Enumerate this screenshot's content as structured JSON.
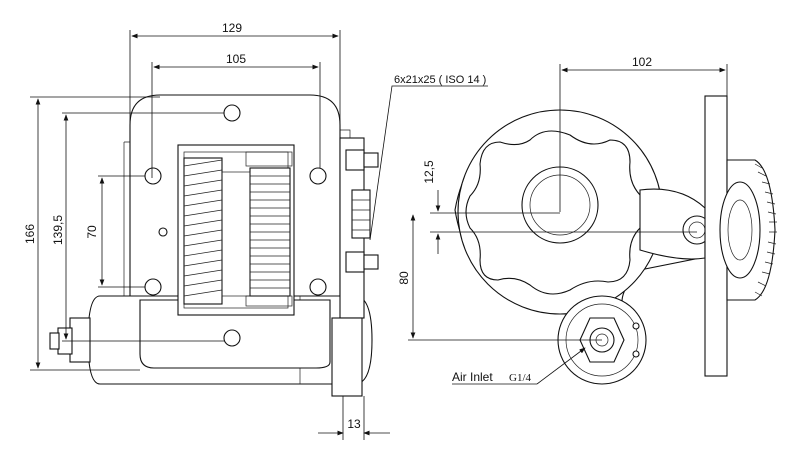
{
  "dimensions": {
    "width_outer": "129",
    "width_inner": "105",
    "height_total": "166",
    "height_flange": "139,5",
    "height_bolt": "70",
    "shaft_length": "13",
    "side_width": "102",
    "side_offset": "12,5",
    "side_height": "80"
  },
  "labels": {
    "shaft_spec": "6x21x25 ( ISO 14 )",
    "air_inlet": "Air Inlet",
    "air_inlet_thread": "G1/4"
  }
}
